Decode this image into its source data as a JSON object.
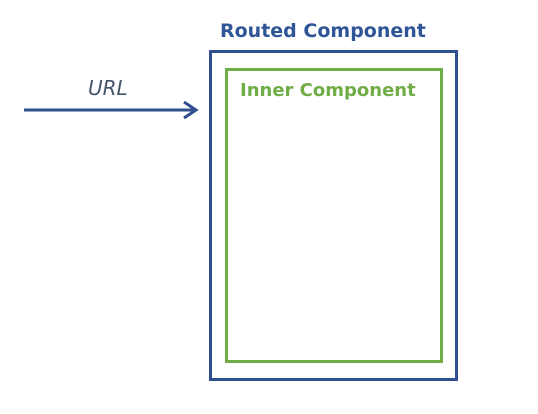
{
  "url_label": "URL",
  "outer_component": {
    "title": "Routed Component",
    "border_color": "#2f4f8f",
    "title_color": "#2f5597"
  },
  "inner_component": {
    "title": "Inner Component",
    "color": "#70ad47"
  },
  "arrow": {
    "color": "#2f4f8f"
  }
}
